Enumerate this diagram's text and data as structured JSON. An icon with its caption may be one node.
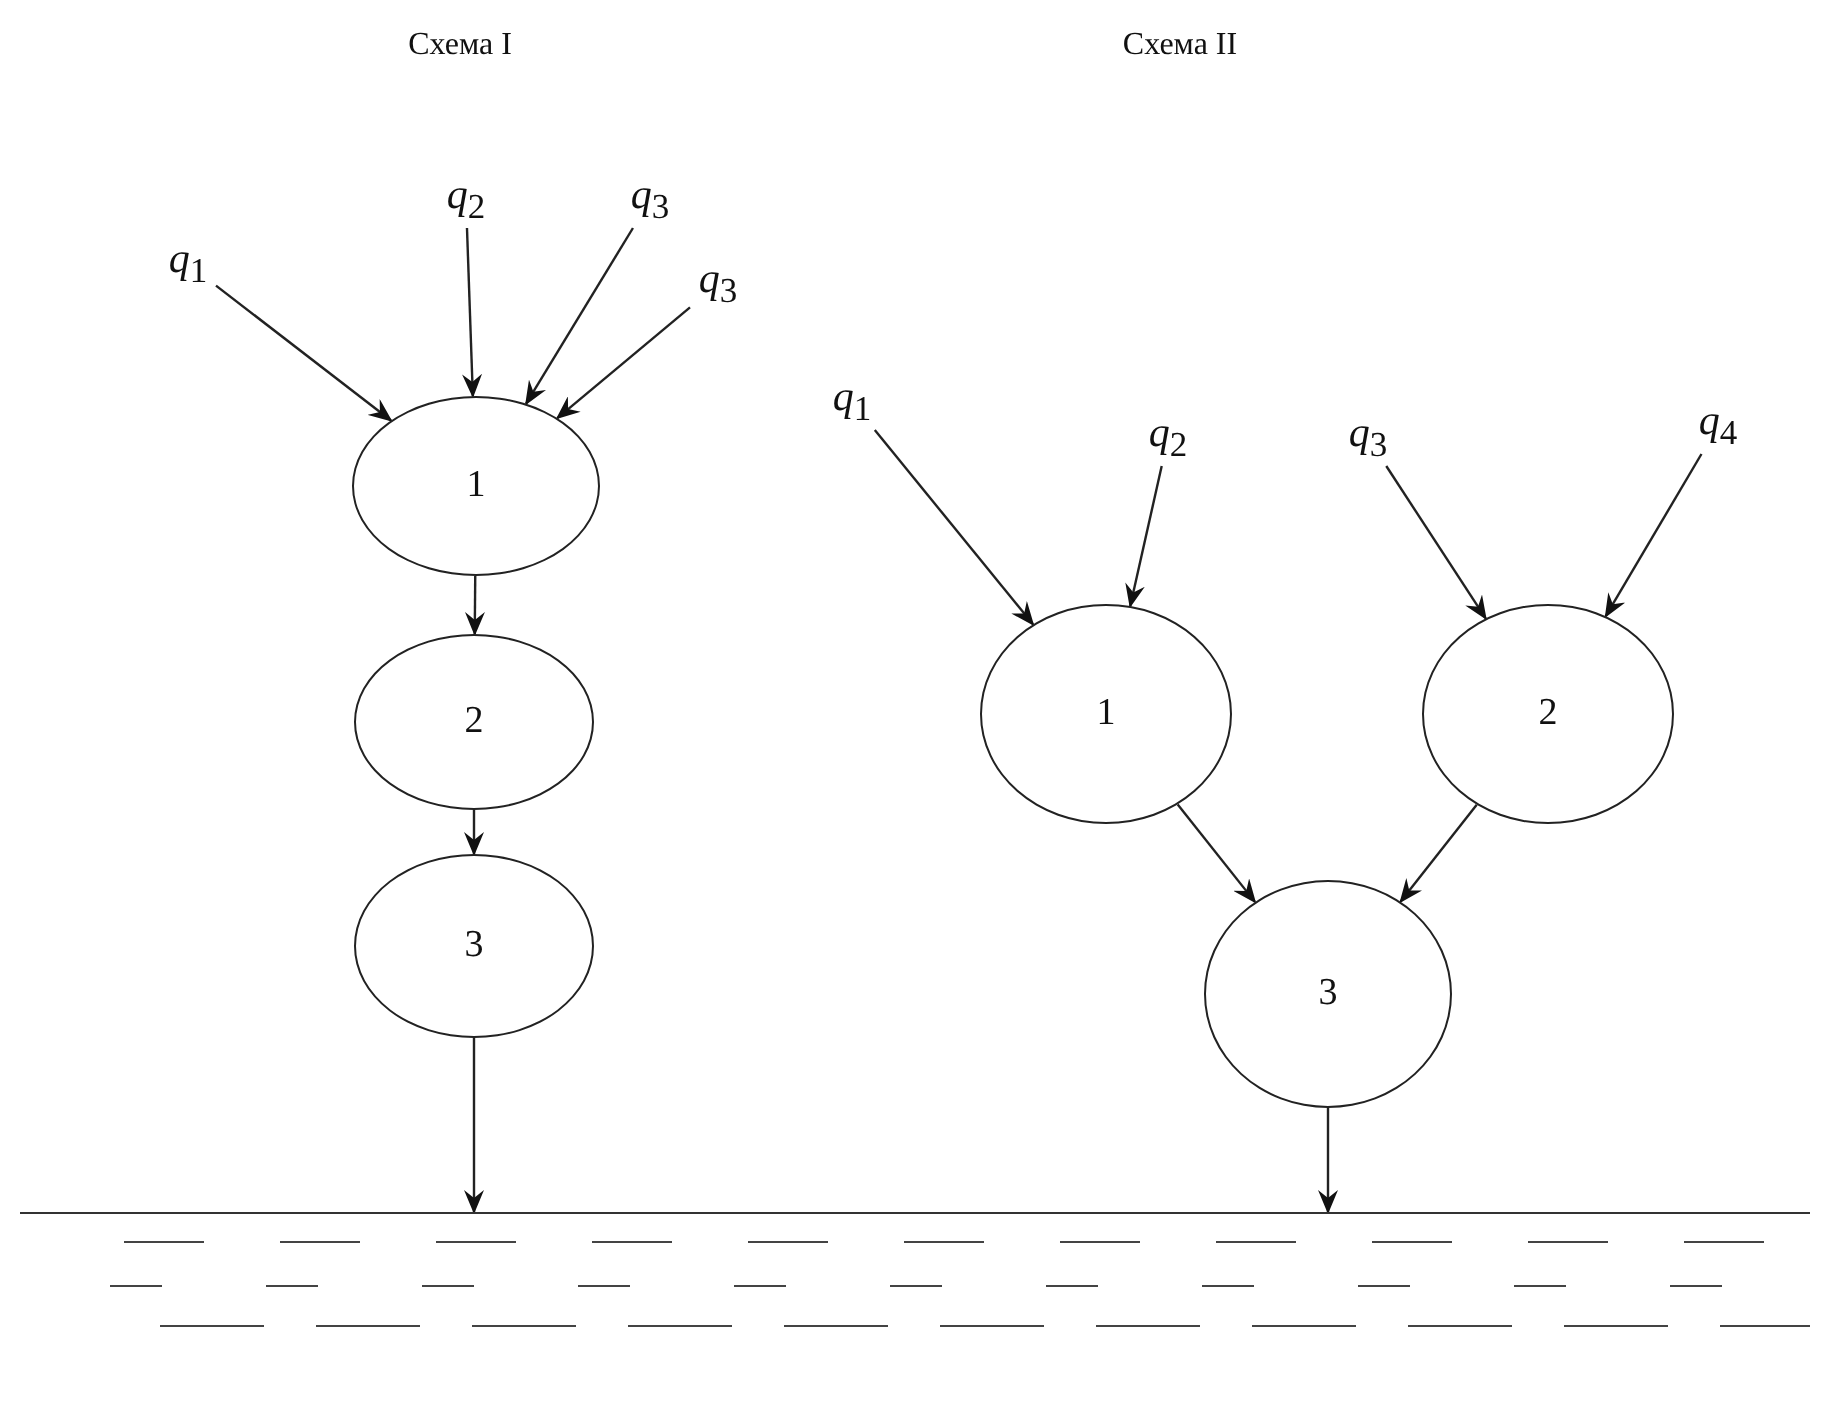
{
  "diagram": {
    "nodes": [
      {
        "text": [
          "*q*$_{1}$"
        ]
      },
      {
        "text": [
          "*q*$_{2}$"
        ]
      },
      {
        "text": [
          "*q*$_{3}$"
        ]
      },
      {
        "text": [
          "*q*$_{3}$"
        ]
      },
      {
        "text": [
          "1"
        ]
      },
      {
        "text": [
          "2"
        ]
      },
      {
        "text": [
          "3"
        ]
      },
      {
        "text": [
          "*q*$_{1}$"
        ]
      },
      {
        "text": [
          "*q*$_{2}$"
        ]
      },
      {
        "text": [
          "*q*$_{3}$"
        ]
      },
      {
        "text": [
          "*q*$_{4}$"
        ]
      },
      {
        "text": [
          "1"
        ]
      },
      {
        "text": [
          "2"
        ]
      },
      {
        "text": [
          "3"
        ]
      },
      {
        "text": [],
        "shape": "bar"
      }
    ],
    "edges": [
      {
        "from": 0,
        "to": 4,
        "arrow": "to"
      },
      {
        "from": 1,
        "to": 4,
        "arrow": "to"
      },
      {
        "from": 2,
        "to": 4,
        "arrow": "to"
      },
      {
        "from": 3,
        "to": 4,
        "arrow": "to"
      },
      {
        "from": 4,
        "to": 5,
        "arrow": "to"
      },
      {
        "from": 5,
        "to": 6,
        "arrow": "to"
      },
      {
        "from": 6,
        "to": 14,
        "arrow": "to"
      },
      {
        "from": 7,
        "to": 11,
        "arrow": "to"
      },
      {
        "from": 8,
        "to": 11,
        "arrow": "to"
      },
      {
        "from": 9,
        "to": 12,
        "arrow": "to"
      },
      {
        "from": 10,
        "to": 12,
        "arrow": "to"
      },
      {
        "from": 11,
        "to": 13,
        "arrow": "to"
      },
      {
        "from": 12,
        "to": 13,
        "arrow": "to"
      },
      {
        "from": 13,
        "to": 14,
        "arrow": "to"
      }
    ],
    "labels": [
      "Схема I",
      "Схема II"
    ]
  }
}
